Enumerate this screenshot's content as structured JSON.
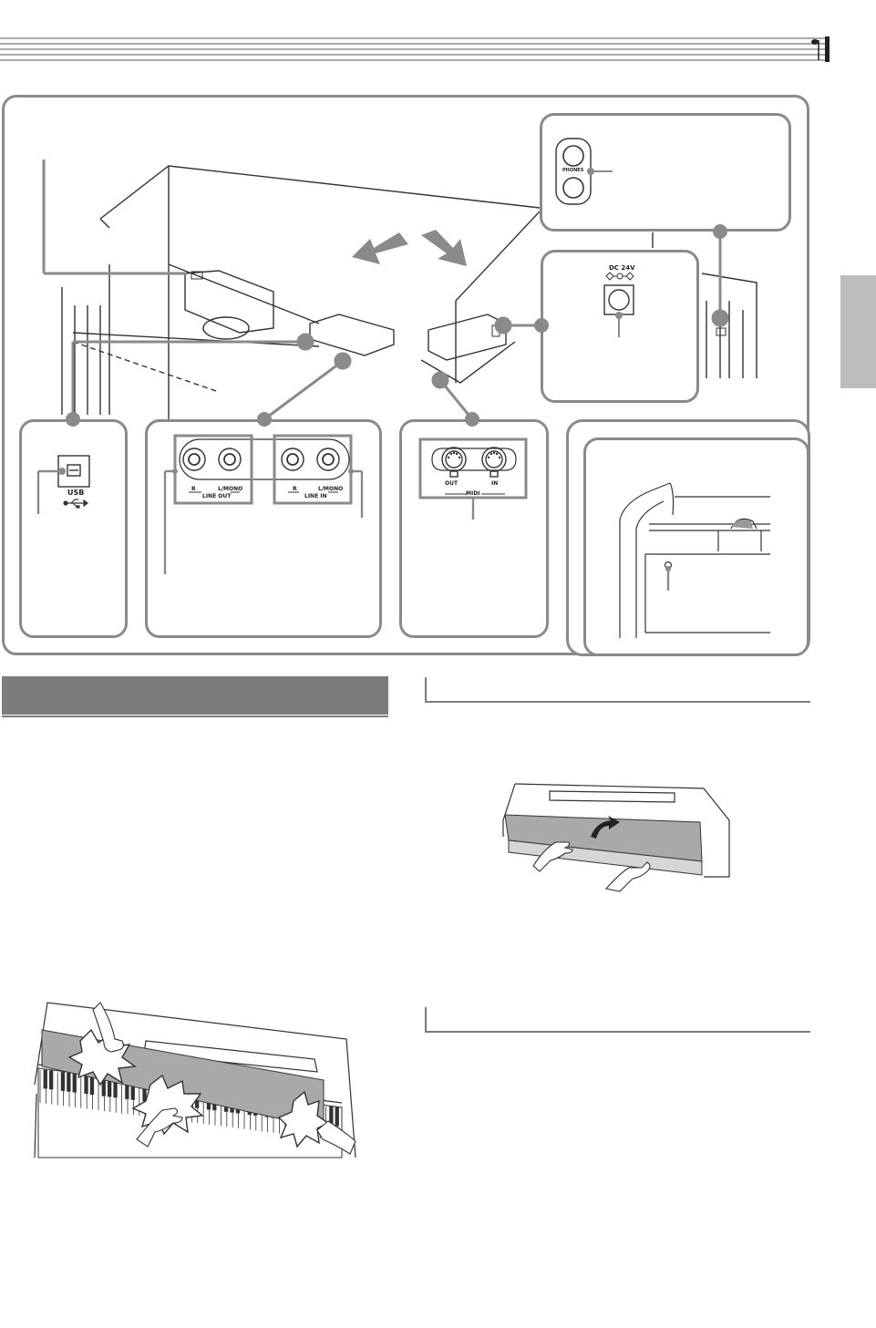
{
  "connectors": {
    "phones_label": "PHONES",
    "dc_label": "DC 24V",
    "usb_label": "USB",
    "line_out": {
      "r": "R",
      "lmono": "L/MONO",
      "caption": "LINE OUT"
    },
    "line_in": {
      "r": "R",
      "lmono": "L/MONO",
      "caption": "LINE IN"
    },
    "midi": {
      "out": "OUT",
      "in": "IN",
      "caption": "MIDI"
    }
  },
  "colors": {
    "panel_border": "#8a8a8a",
    "section_bar": "#7c7c7c",
    "side_tab": "#bdbdbd",
    "lid_shade": "#a9a9a9"
  },
  "icons": [
    "usb-icon",
    "dc-polarity-icon",
    "arrow-icon",
    "hand-icon",
    "music-staff-icon"
  ]
}
